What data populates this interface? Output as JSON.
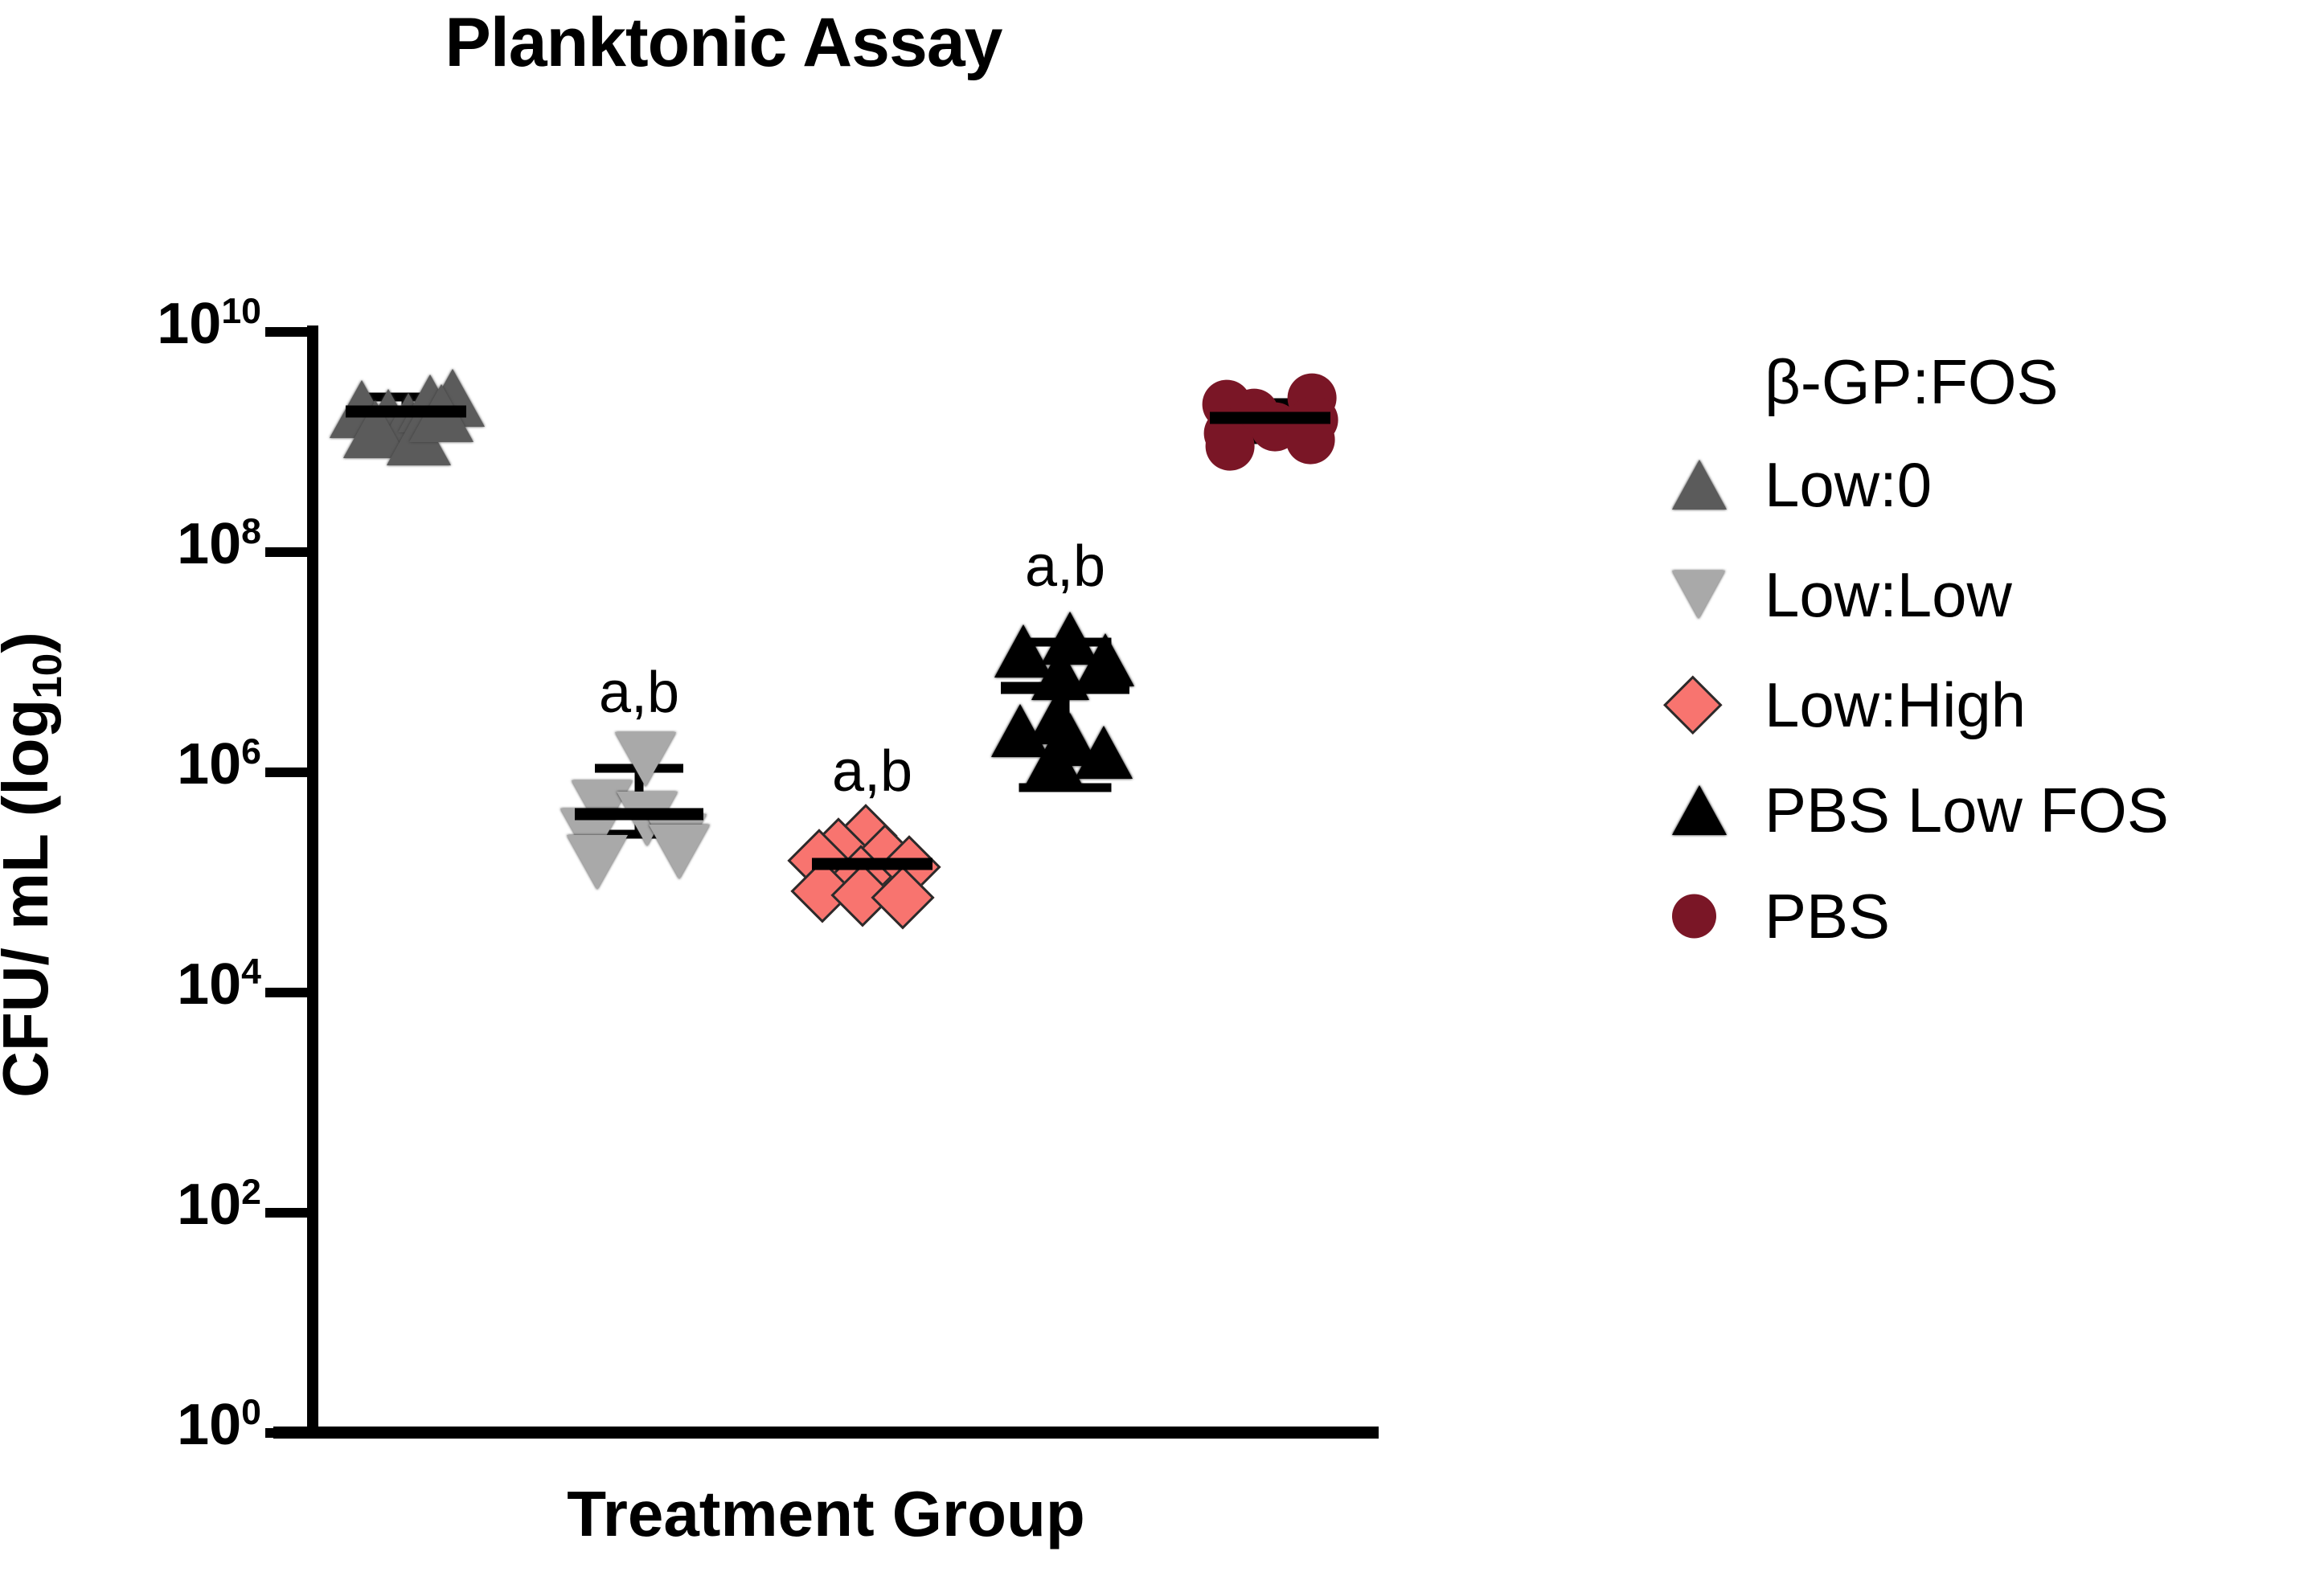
{
  "chart_data": {
    "type": "scatter",
    "title": "Planktonic Assay",
    "xlabel": "Treatment Group",
    "ylabel_html": "CFU/ mL (log<sub>10</sub>)",
    "ylabel": "CFU/ mL (log10)",
    "scale": "log10",
    "ylim": [
      1,
      10000000000
    ],
    "grid": false,
    "legend_position": "right",
    "legend_title": "β-GP:FOS",
    "y_ticks": [
      {
        "label_base": "10",
        "label_exp": "10",
        "value": 10000000000
      },
      {
        "label_base": "10",
        "label_exp": "8",
        "value": 100000000
      },
      {
        "label_base": "10",
        "label_exp": "6",
        "value": 1000000
      },
      {
        "label_base": "10",
        "label_exp": "4",
        "value": 10000
      },
      {
        "label_base": "10",
        "label_exp": "2",
        "value": 100
      },
      {
        "label_base": "10",
        "label_exp": "0",
        "value": 1
      }
    ],
    "categories": [
      "Low:0",
      "Low:Low",
      "Low:High",
      "PBS Low FOS",
      "PBS"
    ],
    "series": [
      {
        "name": "Low:0",
        "marker": "triangle-up",
        "fill": "#5b5b5b",
        "edge": "#3a3a3a",
        "mean_log10": 9.28,
        "err_low_log10": 9.15,
        "err_high_log10": 9.41,
        "annotation": "",
        "points_log10": [
          9.3,
          9.22,
          9.18,
          9.35,
          9.4,
          9.12,
          9.05,
          9.26
        ]
      },
      {
        "name": "Low:Low",
        "marker": "triangle-down",
        "fill": "#a9a9a9",
        "edge": "#2b2b2b",
        "mean_log10": 5.62,
        "err_low_log10": 5.44,
        "err_high_log10": 6.04,
        "annotation": "a,b",
        "points_log10": [
          6.12,
          5.68,
          5.58,
          5.42,
          5.37,
          5.28,
          5.18
        ]
      },
      {
        "name": "Low:High",
        "marker": "diamond",
        "fill": "#f8746f",
        "edge": "#2b2b2b",
        "mean_log10": 5.17,
        "err_low_log10": 4.92,
        "err_high_log10": 5.32,
        "annotation": "a,b",
        "points_log10": [
          5.42,
          5.3,
          5.24,
          5.2,
          5.14,
          5.05,
          4.92,
          4.88,
          4.86
        ]
      },
      {
        "name": "PBS Low FOS",
        "marker": "triangle-up",
        "fill": "#000000",
        "edge": "#000000",
        "mean_log10": 6.77,
        "err_low_log10": 5.86,
        "err_high_log10": 7.18,
        "annotation": "a,b",
        "points_log10": [
          7.22,
          7.1,
          7.02,
          6.9,
          6.5,
          6.38,
          6.3,
          6.18,
          6.12
        ]
      },
      {
        "name": "PBS",
        "marker": "circle",
        "fill": "#7a1626",
        "edge": "#7a1626",
        "mean_log10": 9.22,
        "err_low_log10": 9.02,
        "err_high_log10": 9.36,
        "annotation": "",
        "points_log10": [
          9.4,
          9.34,
          9.26,
          9.2,
          9.14,
          9.08,
          9.02,
          8.96
        ]
      }
    ]
  },
  "legend": {
    "title": "β-GP:FOS",
    "items": [
      {
        "label": "Low:0",
        "marker": "triangle-up",
        "color": "#5b5b5b"
      },
      {
        "label": "Low:Low",
        "marker": "triangle-down",
        "color": "#a9a9a9"
      },
      {
        "label": "Low:High",
        "marker": "diamond",
        "color": "#f8746f"
      },
      {
        "label": "PBS Low FOS",
        "marker": "triangle-up",
        "color": "#000000"
      },
      {
        "label": "PBS",
        "marker": "circle",
        "color": "#7a1626"
      }
    ]
  },
  "annotations": {
    "significance": "a,b"
  }
}
